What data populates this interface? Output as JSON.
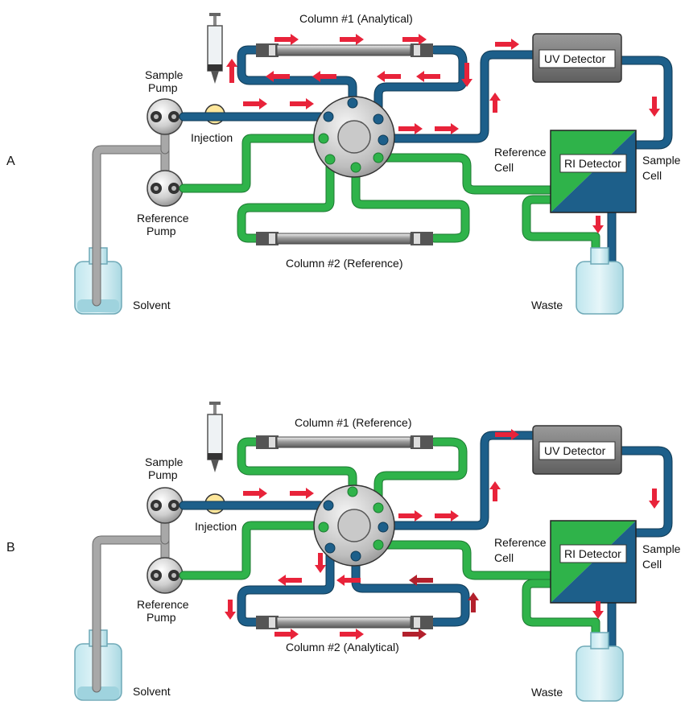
{
  "panels": [
    {
      "panel_label": "A",
      "column1_label": "Column #1 (Analytical)",
      "column2_label": "Column #2 (Reference)",
      "uv_detector": "UV Detector",
      "ri_detector": "RI Detector",
      "sample_pump": "Sample\nPump",
      "reference_pump": "Reference\nPump",
      "injection": "Injection",
      "reference_cell": "Reference\nCell",
      "sample_cell": "Sample\nCell",
      "solvent": "Solvent",
      "waste": "Waste"
    },
    {
      "panel_label": "B",
      "column1_label": "Column #1 (Reference)",
      "column2_label": "Column #2 (Analytical)",
      "uv_detector": "UV Detector",
      "ri_detector": "RI Detector",
      "sample_pump": "Sample\nPump",
      "reference_pump": "Reference\nPump",
      "injection": "Injection",
      "reference_cell": "Reference\nCell",
      "sample_cell": "Sample\nCell",
      "solvent": "Solvent",
      "waste": "Waste"
    }
  ],
  "colors": {
    "sample_line": "#1d5f8a",
    "reference_line": "#2fb34a",
    "solvent_line": "#a8a8a8",
    "flow_arrow": "#e8233a",
    "ri_green": "#2fb34a",
    "ri_blue": "#1d5f8a",
    "uv_gray": "#7a7a7a"
  }
}
